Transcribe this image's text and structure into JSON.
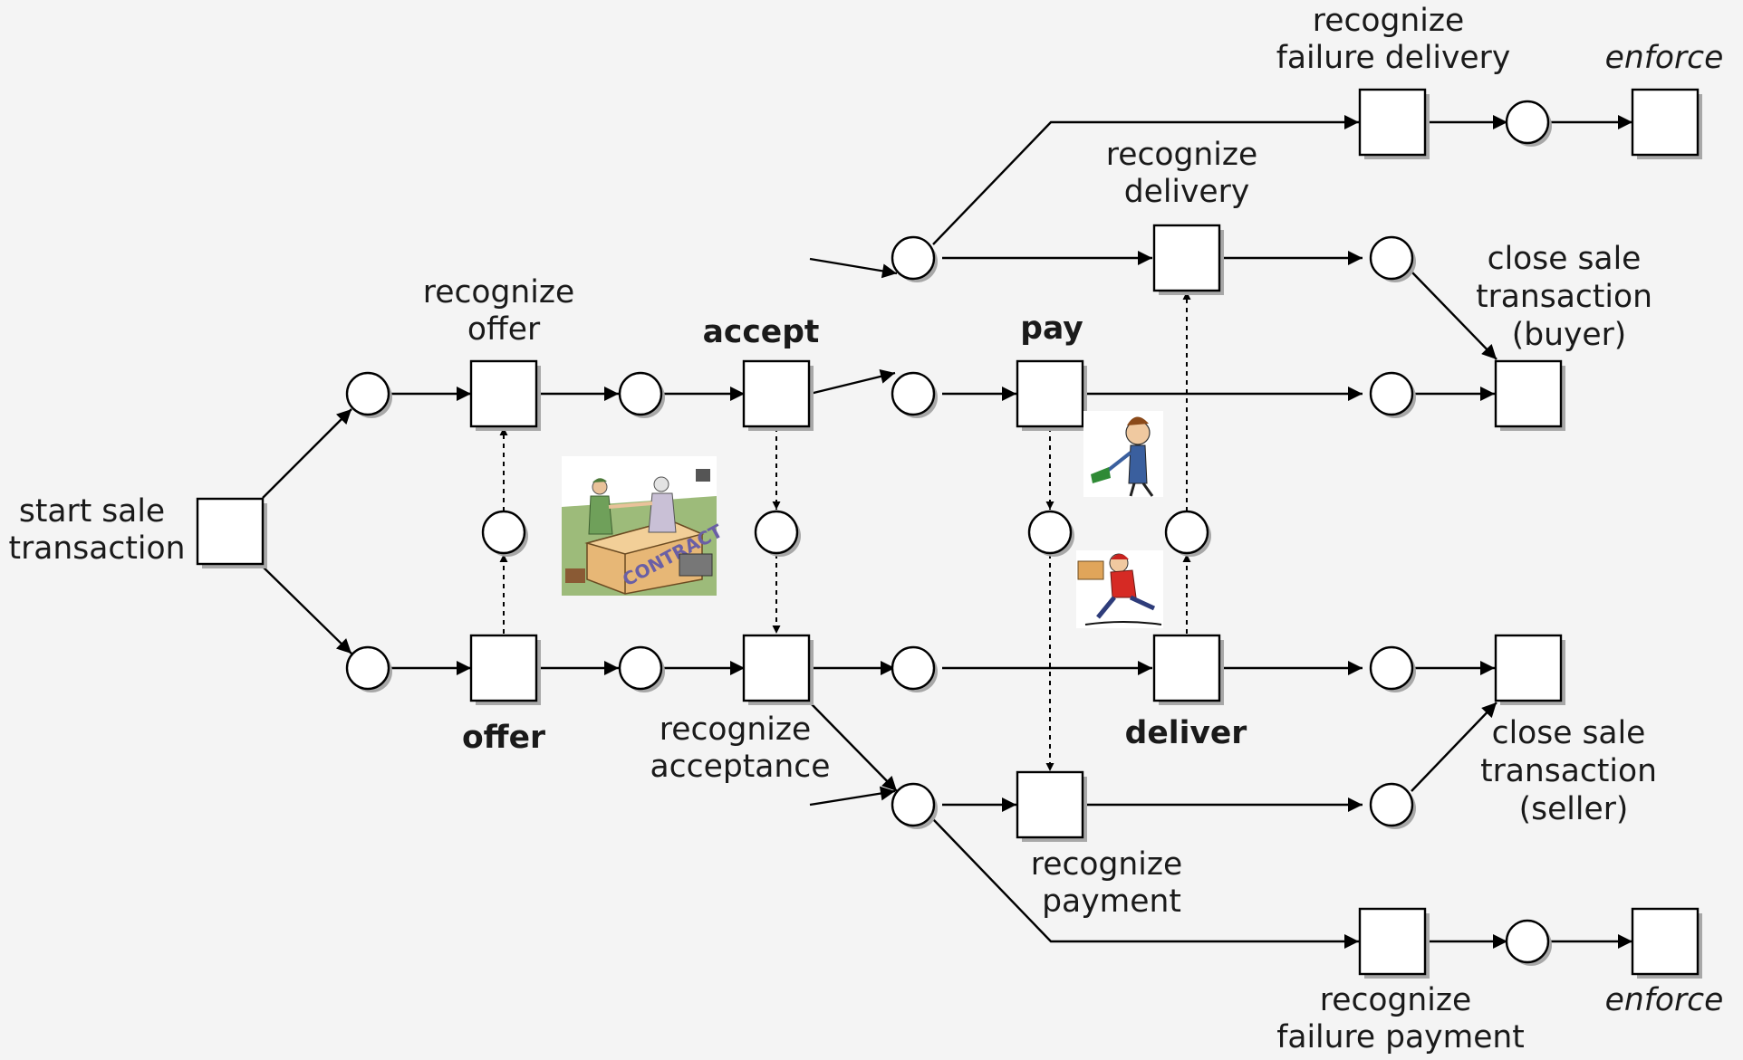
{
  "labels": {
    "start": [
      "start sale",
      "transaction"
    ],
    "recognize_offer": [
      "recognize",
      "offer"
    ],
    "offer": [
      "offer"
    ],
    "accept": [
      "accept"
    ],
    "recognize_acceptance": [
      "recognize",
      "acceptance"
    ],
    "pay": [
      "pay"
    ],
    "deliver": [
      "deliver"
    ],
    "recognize_delivery": [
      "recognize",
      "delivery"
    ],
    "recognize_payment": [
      "recognize",
      "payment"
    ],
    "recognize_failure_delivery": [
      "recognize",
      "failure delivery"
    ],
    "recognize_failure_payment": [
      "recognize",
      "failure payment"
    ],
    "enforce_top": [
      "enforce"
    ],
    "enforce_bottom": [
      "enforce"
    ],
    "close_buyer": [
      "close sale",
      "transaction",
      "(buyer)"
    ],
    "close_seller": [
      "close sale",
      "transaction",
      "(seller)"
    ]
  },
  "illustrations": [
    {
      "name": "contract-handshake-illustration",
      "text": "CONTRACT"
    },
    {
      "name": "buyer-paying-illustration"
    },
    {
      "name": "courier-delivering-illustration"
    }
  ]
}
